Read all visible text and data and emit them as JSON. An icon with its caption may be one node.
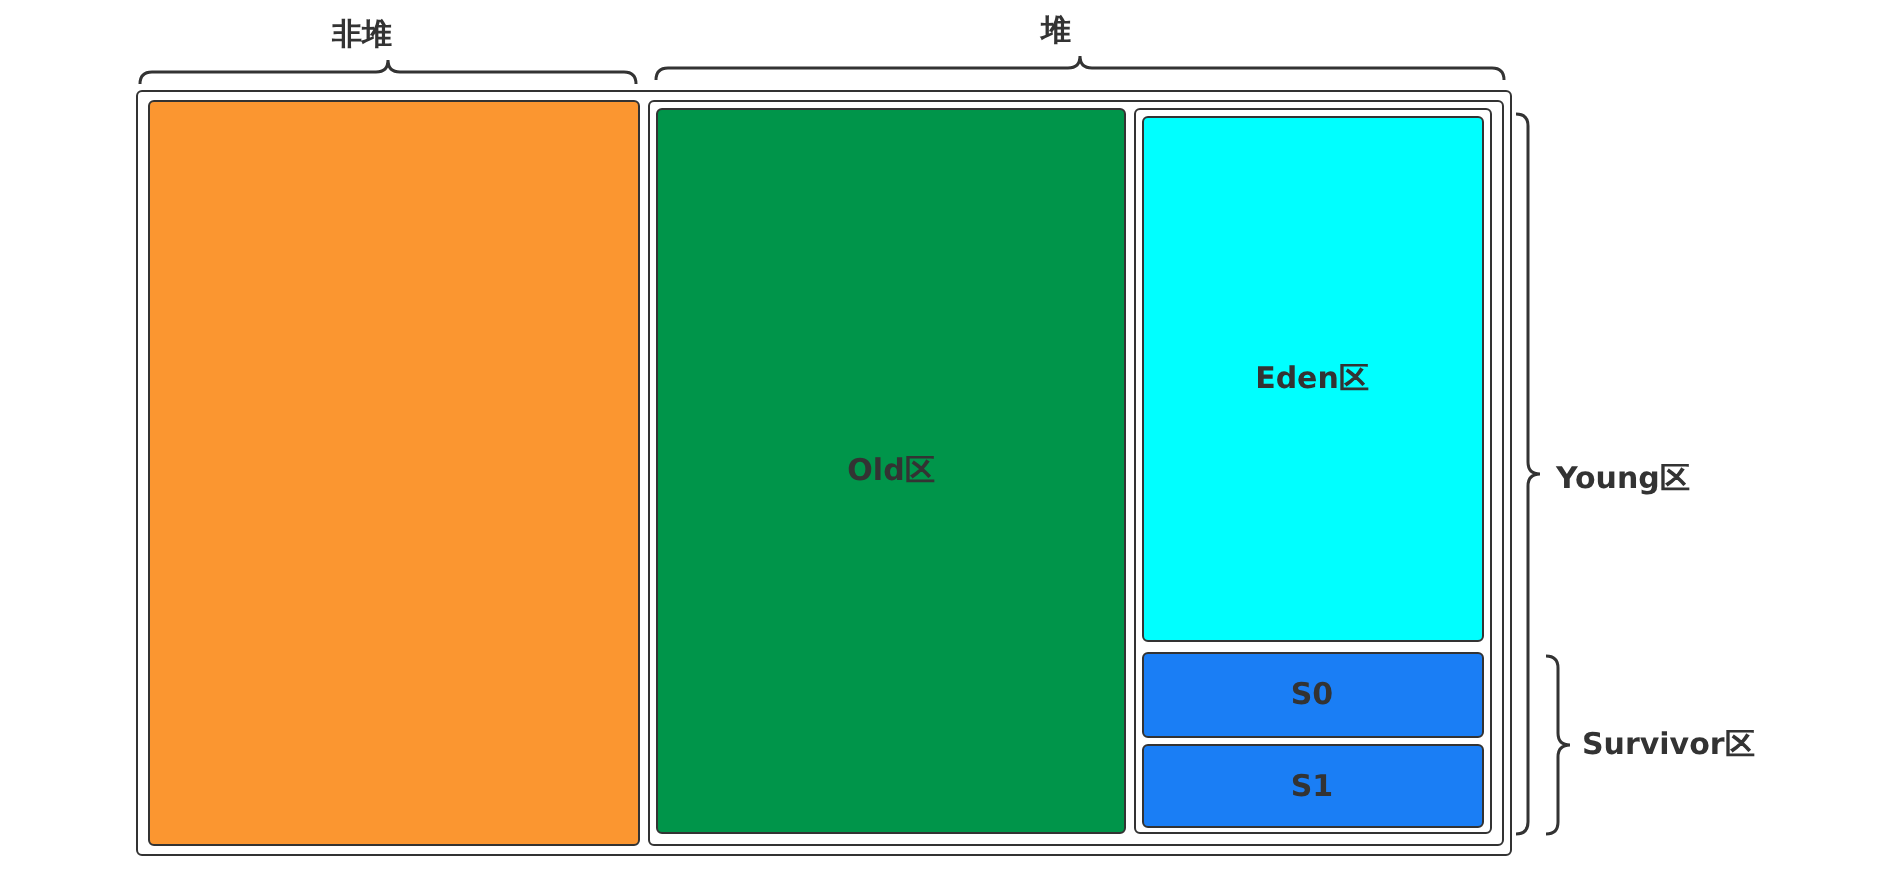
{
  "diagram": {
    "nodes": [
      {
        "text": [],
        "shape": "box"
      },
      {
        "text": [],
        "shape": "box",
        "in": 0,
        "beside": [
          "非堆"
        ]
      },
      {
        "text": [],
        "shape": "box",
        "in": 0,
        "beside": [
          "堆"
        ]
      },
      {
        "text": [
          "Old区"
        ],
        "in": 2
      },
      {
        "text": [],
        "shape": "box",
        "in": 2,
        "beside": [
          "Young区"
        ]
      },
      {
        "text": [
          "Eden区"
        ],
        "in": 4
      },
      {
        "text": [
          "S0"
        ],
        "in": 4
      },
      {
        "text": [
          "S1"
        ],
        "in": 4
      }
    ],
    "edges": [],
    "labels": [
      "Survivor区"
    ]
  }
}
